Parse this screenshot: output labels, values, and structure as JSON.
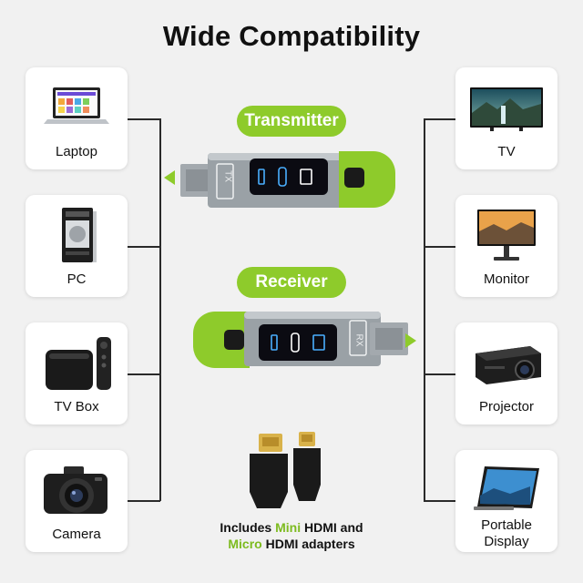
{
  "title": "Wide Compatibility",
  "sources": [
    {
      "label": "Laptop",
      "icon": "laptop-icon"
    },
    {
      "label": "PC",
      "icon": "pc-tower-icon"
    },
    {
      "label": "TV Box",
      "icon": "tv-box-icon"
    },
    {
      "label": "Camera",
      "icon": "camera-icon"
    }
  ],
  "displays": [
    {
      "label": "TV",
      "icon": "tv-icon"
    },
    {
      "label": "Monitor",
      "icon": "monitor-icon"
    },
    {
      "label": "Projector",
      "icon": "projector-icon"
    },
    {
      "label_line1": "Portable",
      "label_line2": "Display",
      "icon": "portable-display-icon"
    }
  ],
  "transmitter": {
    "label": "Transmitter",
    "badge": "TX"
  },
  "receiver": {
    "label": "Receiver",
    "badge": "RX"
  },
  "note": {
    "part1": "Includes ",
    "mini": "Mini",
    "part2": " HDMI and",
    "micro": "Micro",
    "part3": " HDMI adapters"
  },
  "colors": {
    "accent": "#8ecb2b",
    "background": "#f1f1f1",
    "device_body": "#9aa1a6"
  }
}
